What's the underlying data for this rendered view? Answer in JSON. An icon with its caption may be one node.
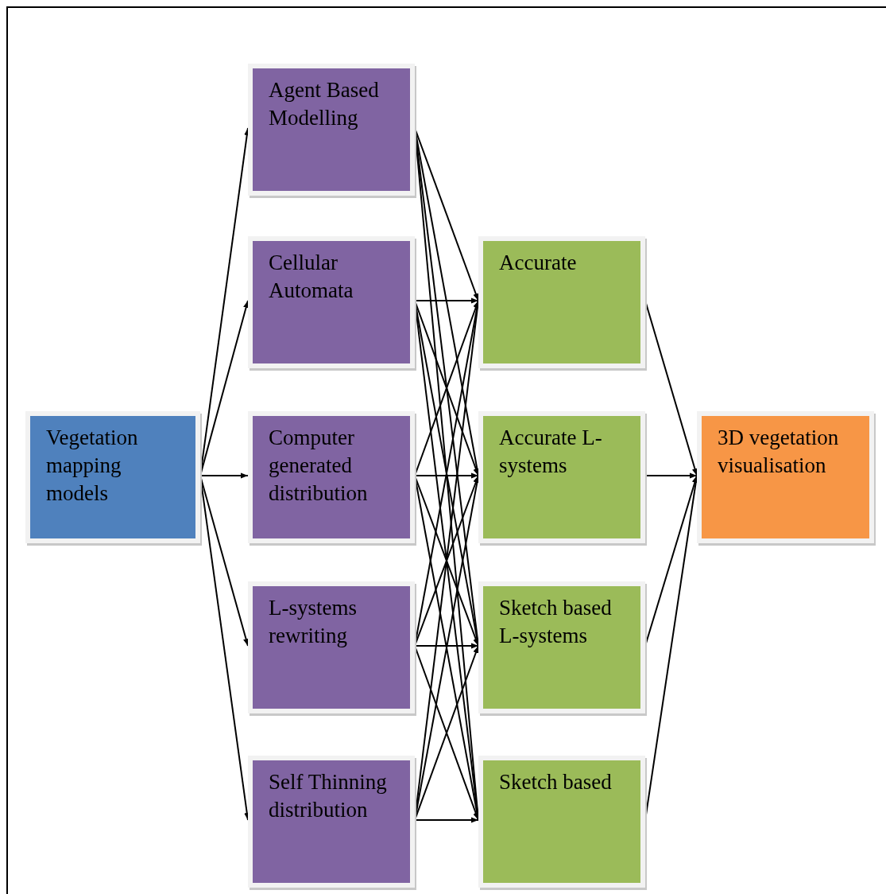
{
  "diagram": {
    "nodes": [
      {
        "text": [
          "Vegetation mapping models"
        ]
      },
      {
        "text": [
          "Agent Based Modelling"
        ]
      },
      {
        "text": [
          "Cellular Automata"
        ]
      },
      {
        "text": [
          "Computer generated distribution"
        ]
      },
      {
        "text": [
          "L-systems rewriting"
        ]
      },
      {
        "text": [
          "Self Thinning distribution"
        ]
      },
      {
        "text": [
          "Accurate"
        ]
      },
      {
        "text": [
          "Accurate L-systems"
        ]
      },
      {
        "text": [
          "Sketch based L-systems"
        ]
      },
      {
        "text": [
          "Sketch based"
        ]
      },
      {
        "text": [
          "3D vegetation visualisation"
        ]
      }
    ],
    "edges": [
      {
        "from": 0,
        "to": 1,
        "arrow": "to"
      },
      {
        "from": 0,
        "to": 2,
        "arrow": "to"
      },
      {
        "from": 0,
        "to": 3,
        "arrow": "to"
      },
      {
        "from": 0,
        "to": 4,
        "arrow": "to"
      },
      {
        "from": 0,
        "to": 5,
        "arrow": "to"
      },
      {
        "from": 1,
        "to": 6,
        "arrow": "to"
      },
      {
        "from": 1,
        "to": 7,
        "arrow": "to"
      },
      {
        "from": 1,
        "to": 8,
        "arrow": "to"
      },
      {
        "from": 1,
        "to": 9,
        "arrow": "to"
      },
      {
        "from": 2,
        "to": 6,
        "arrow": "to"
      },
      {
        "from": 2,
        "to": 7,
        "arrow": "to"
      },
      {
        "from": 2,
        "to": 8,
        "arrow": "to"
      },
      {
        "from": 2,
        "to": 9,
        "arrow": "to"
      },
      {
        "from": 3,
        "to": 6,
        "arrow": "to"
      },
      {
        "from": 3,
        "to": 7,
        "arrow": "to"
      },
      {
        "from": 3,
        "to": 8,
        "arrow": "to"
      },
      {
        "from": 3,
        "to": 9,
        "arrow": "to"
      },
      {
        "from": 4,
        "to": 6,
        "arrow": "to"
      },
      {
        "from": 4,
        "to": 7,
        "arrow": "to"
      },
      {
        "from": 4,
        "to": 8,
        "arrow": "to"
      },
      {
        "from": 4,
        "to": 9,
        "arrow": "to"
      },
      {
        "from": 5,
        "to": 6,
        "arrow": "to"
      },
      {
        "from": 5,
        "to": 7,
        "arrow": "to"
      },
      {
        "from": 5,
        "to": 8,
        "arrow": "to"
      },
      {
        "from": 5,
        "to": 9,
        "arrow": "to"
      },
      {
        "from": 6,
        "to": 10,
        "arrow": "to"
      },
      {
        "from": 7,
        "to": 10,
        "arrow": "to"
      },
      {
        "from": 8,
        "to": 10,
        "arrow": "to"
      },
      {
        "from": 9,
        "to": 10,
        "arrow": "to"
      }
    ]
  }
}
